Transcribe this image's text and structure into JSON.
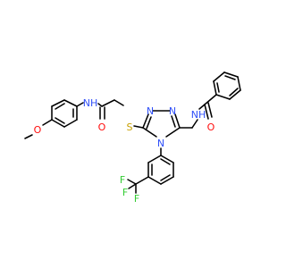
{
  "colors": {
    "bond": "#000000",
    "carbon": "#000000",
    "nitrogen": "#3050F8",
    "oxygen": "#FF0D0D",
    "sulfur": "#C8A000",
    "fluorine": "#33CC33"
  },
  "atoms": [
    {
      "id": "o_methoxy",
      "text": "O",
      "element": "oxygen"
    },
    {
      "id": "nh_amide1",
      "text": "NH",
      "element": "nitrogen"
    },
    {
      "id": "o_amide1",
      "text": "O",
      "element": "oxygen"
    },
    {
      "id": "s_thioether",
      "text": "S",
      "element": "sulfur"
    },
    {
      "id": "n_triazole_a",
      "text": "N",
      "element": "nitrogen"
    },
    {
      "id": "n_triazole_b",
      "text": "N",
      "element": "nitrogen"
    },
    {
      "id": "n_triazole_4",
      "text": "N",
      "element": "nitrogen"
    },
    {
      "id": "nh_amide2",
      "text": "NH",
      "element": "nitrogen"
    },
    {
      "id": "o_amide2",
      "text": "O",
      "element": "oxygen"
    },
    {
      "id": "f1",
      "text": "F",
      "element": "fluorine"
    },
    {
      "id": "f2",
      "text": "F",
      "element": "fluorine"
    },
    {
      "id": "f3",
      "text": "F",
      "element": "fluorine"
    }
  ]
}
